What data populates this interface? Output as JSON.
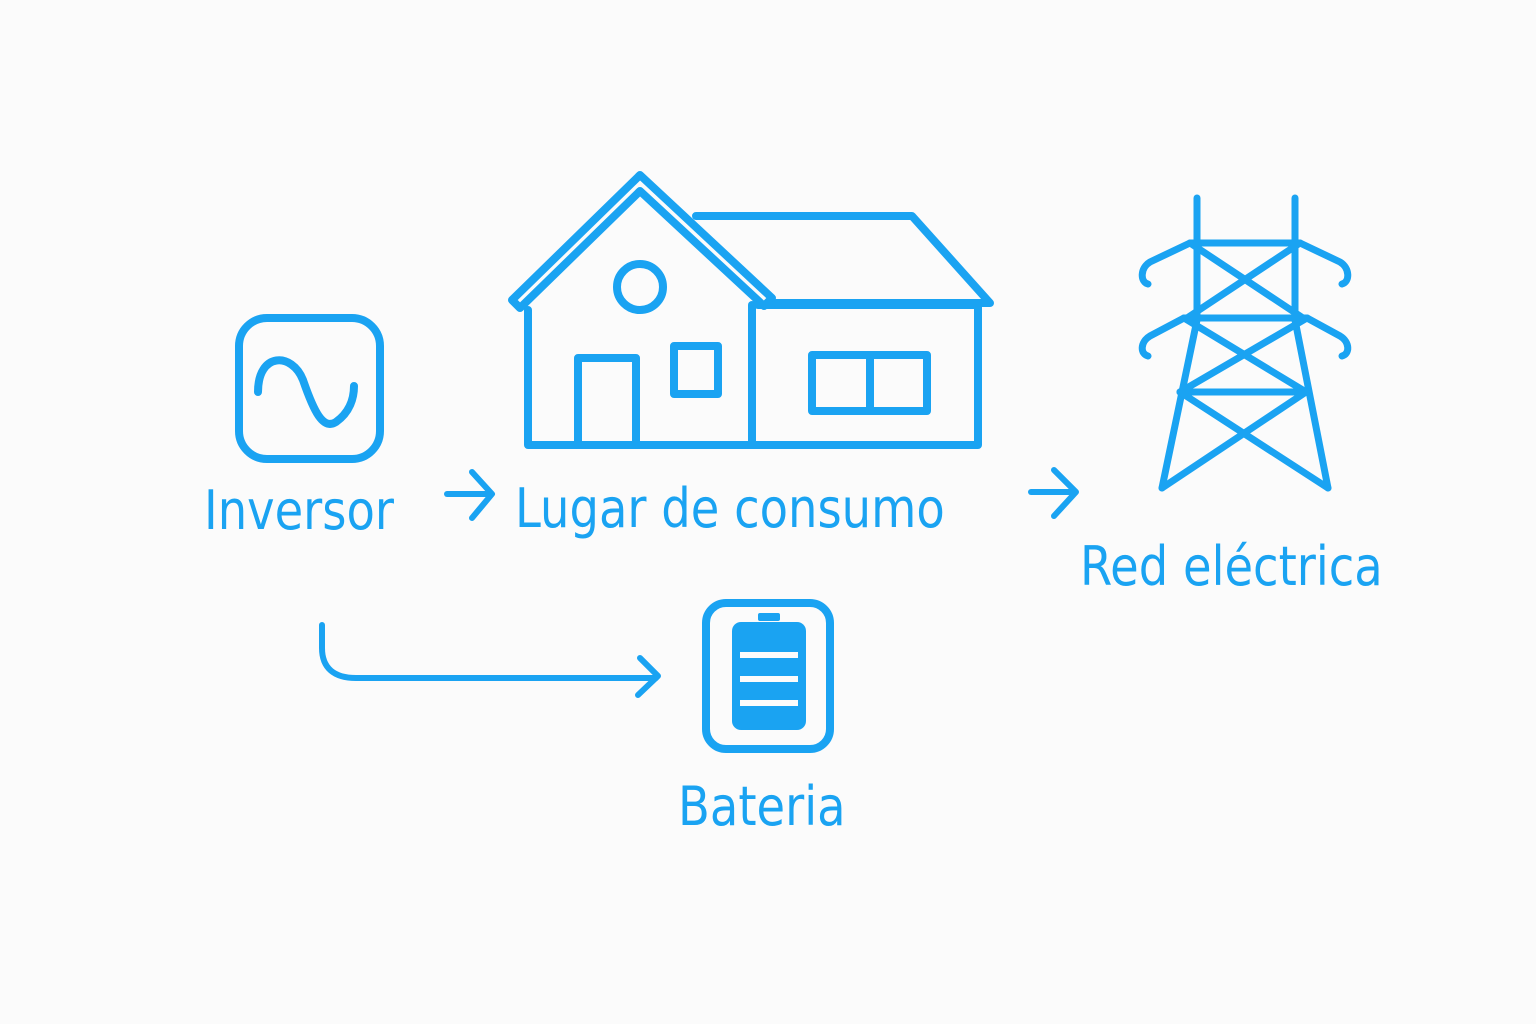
{
  "diagram": {
    "accent_color": "#1aa3f2",
    "background_color": "#fbfbfb",
    "nodes": {
      "inversor": {
        "label": "Inversor",
        "icon": "sine-wave-icon"
      },
      "lugar": {
        "label": "Lugar de consumo",
        "icon": "house-icon"
      },
      "red": {
        "label": "Red eléctrica",
        "icon": "transmission-tower-icon"
      },
      "bateria": {
        "label": "Bateria",
        "icon": "battery-icon"
      }
    },
    "edges": [
      {
        "from": "inversor",
        "to": "lugar",
        "icon": "arrow-right-icon"
      },
      {
        "from": "lugar",
        "to": "red",
        "icon": "arrow-right-icon"
      },
      {
        "from": "inversor",
        "to": "bateria",
        "icon": "curved-arrow-icon"
      }
    ]
  }
}
